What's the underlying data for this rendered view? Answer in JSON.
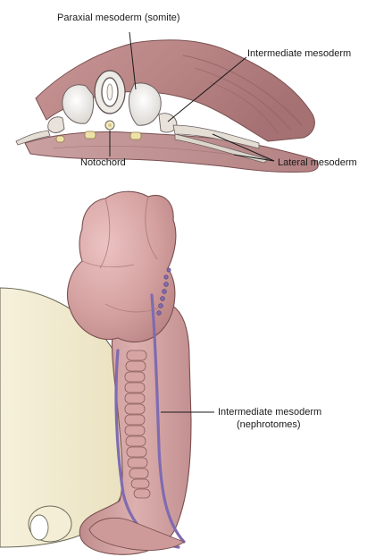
{
  "labels": {
    "paraxial": "Paraxial mesoderm (somite)",
    "intermediate_top": "Intermediate mesoderm",
    "notochord": "Notochord",
    "lateral": "Lateral mesoderm",
    "intermediate_bottom_line1": "Intermediate mesoderm",
    "intermediate_bottom_line2": "(nephrotomes)"
  },
  "colors": {
    "embryo_pink": "#d9a8a6",
    "embryo_dark": "#b27d7c",
    "embryo_shadow": "#a06b6c",
    "somite_white": "#f2f0ec",
    "yolk": "#f1ebd1",
    "nephrotome_purple": "#7f6bb0",
    "leader_line": "#1a1a1a"
  }
}
